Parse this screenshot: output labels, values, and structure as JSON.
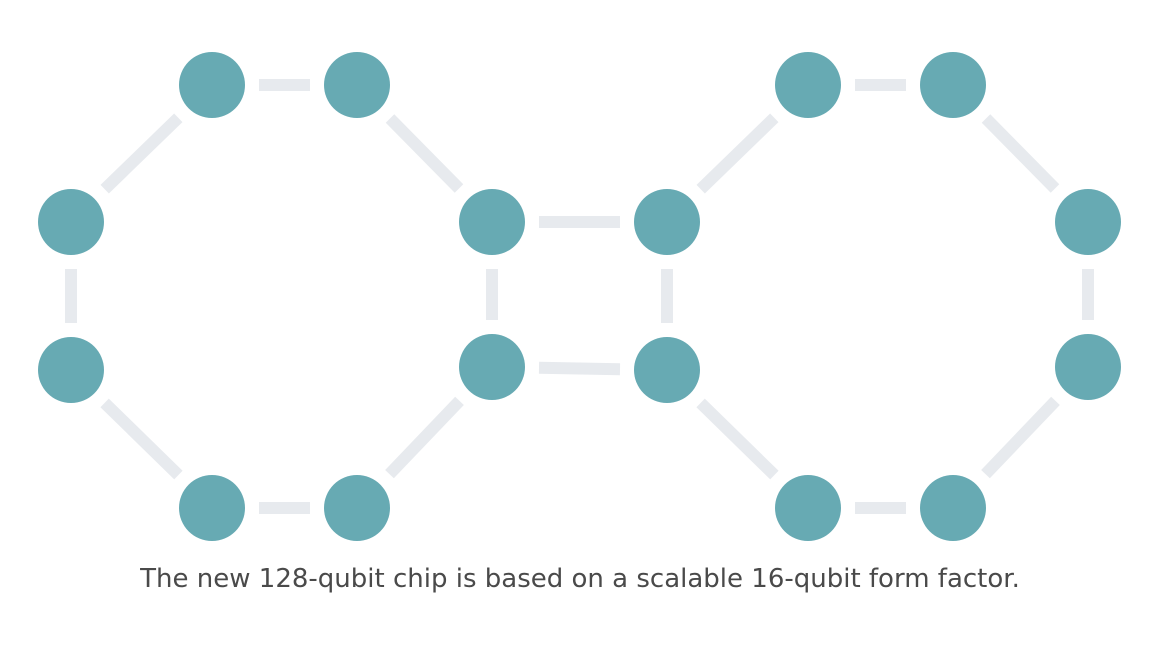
{
  "caption": "The new 128-qubit chip is based on a scalable 16-qubit form factor.",
  "colors": {
    "qubit_fill": "#67aab3",
    "coupler": "#e7eaee"
  },
  "diagram": {
    "qubit_count": 16,
    "left_octagon_qubits": 8,
    "right_octagon_qubits": 8
  }
}
